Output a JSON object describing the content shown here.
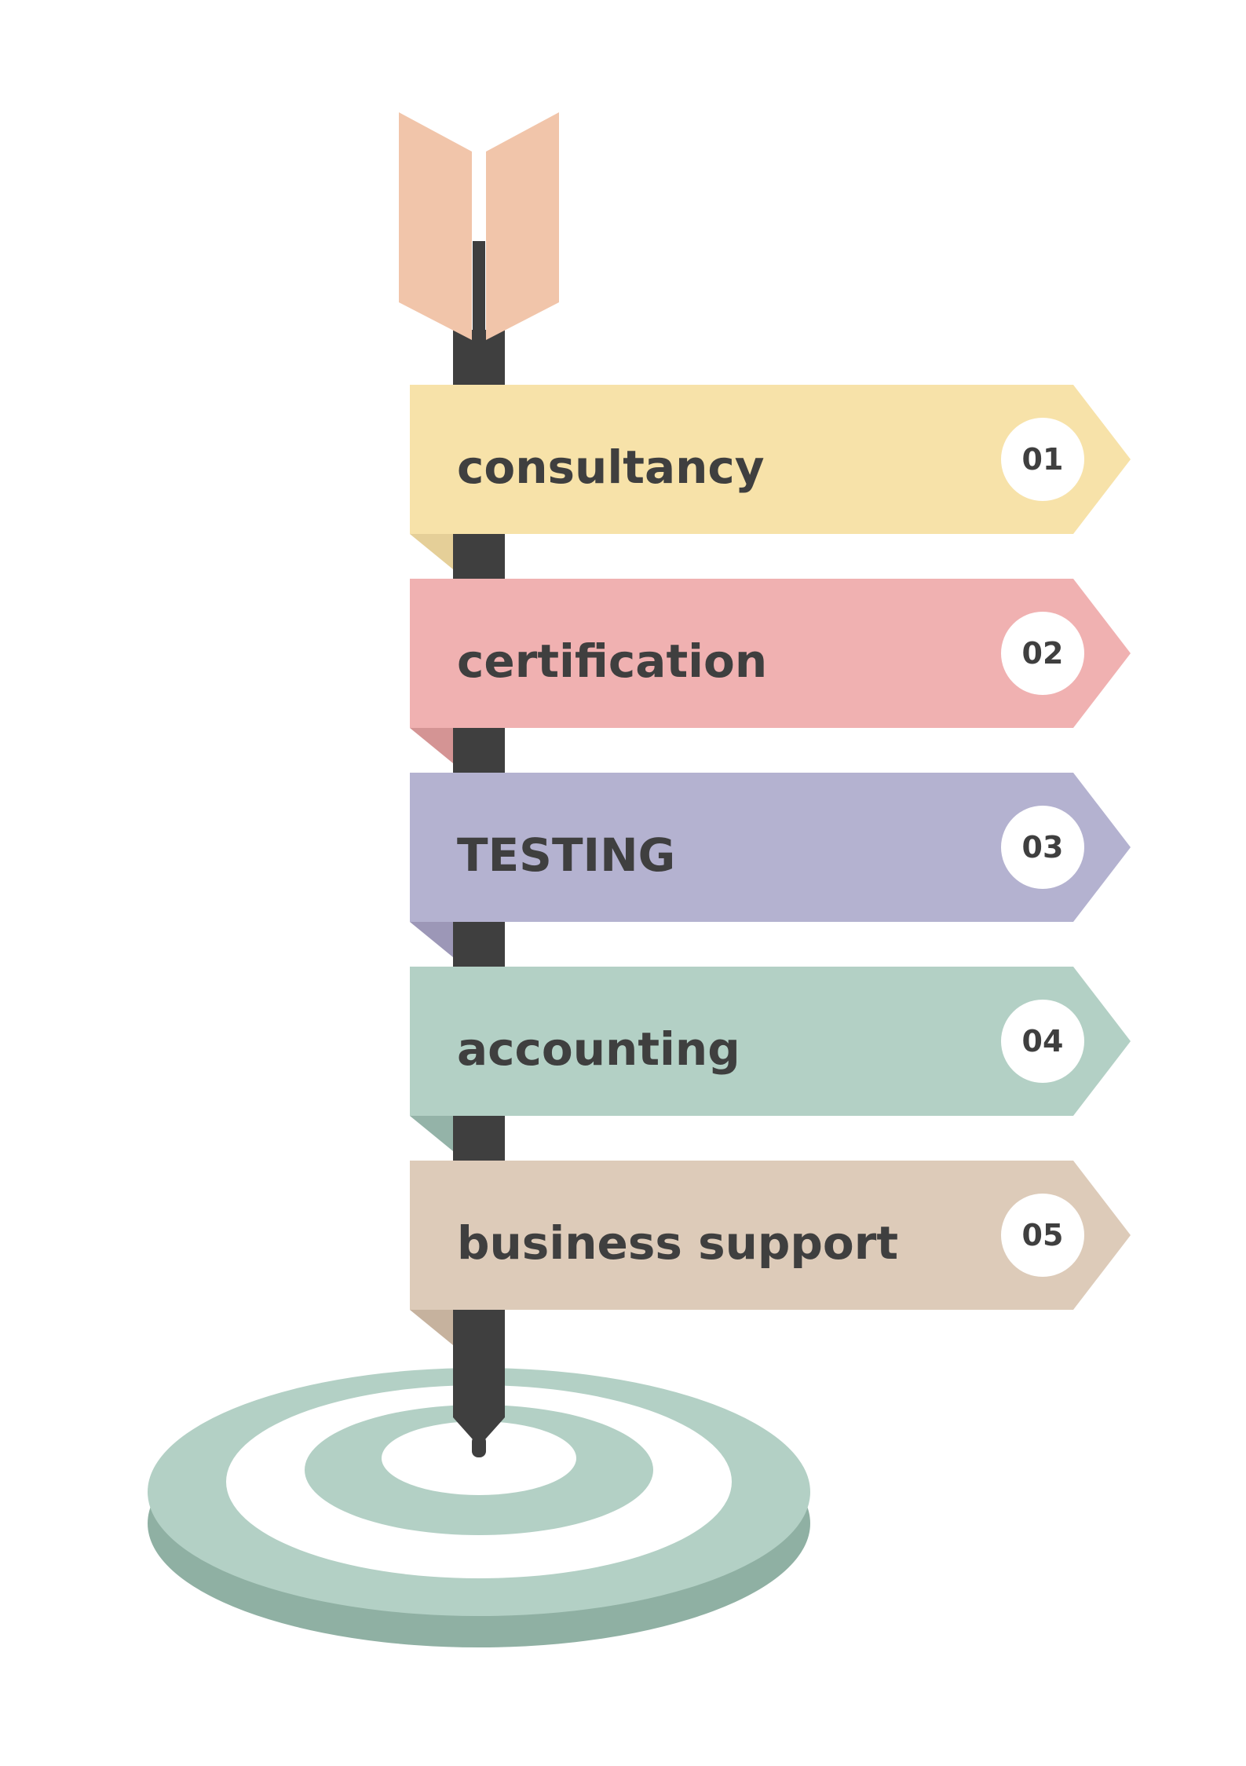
{
  "signs": [
    {
      "label": "consultancy",
      "number": "01",
      "color": "#f7e2a9",
      "fold_color": "#e5cf98"
    },
    {
      "label": "certification",
      "number": "02",
      "color": "#f0b1b1",
      "fold_color": "#d49494"
    },
    {
      "label": "TESTING",
      "number": "03",
      "color": "#b4b2d0",
      "fold_color": "#9c97b7"
    },
    {
      "label": "accounting",
      "number": "04",
      "color": "#b3d0c5",
      "fold_color": "#94b3a8"
    },
    {
      "label": "business support",
      "number": "05",
      "color": "#ddcbb9",
      "fold_color": "#c6b29e"
    }
  ],
  "colors": {
    "pole": "#3f3f3f",
    "fletching": "#f1c5aa",
    "target_top": "#b3d0c5",
    "target_side": "#8fb0a3",
    "target_white": "#ffffff",
    "number_circle": "#ffffff"
  }
}
